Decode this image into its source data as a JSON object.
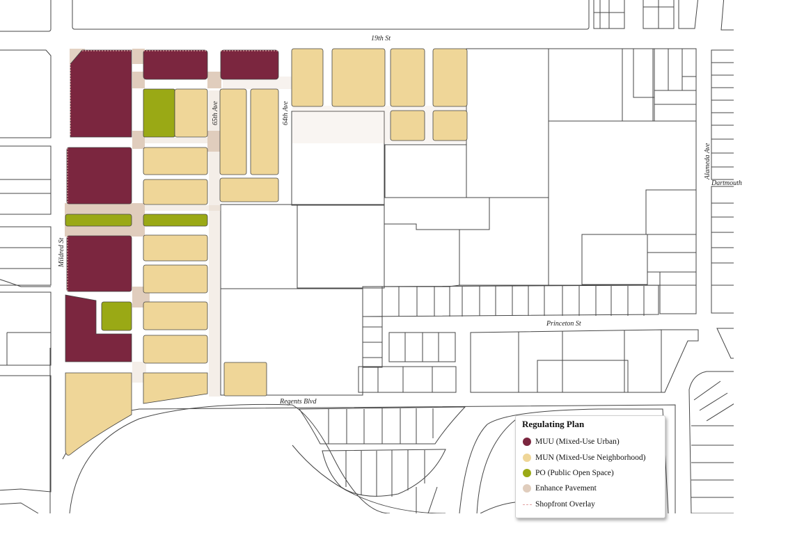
{
  "colors": {
    "muu": "#7b263f",
    "mun": "#efd698",
    "po": "#9aa915",
    "pavement": "#e0cdbd",
    "shopfront": "#e3a2a2",
    "outline": "#444444"
  },
  "streets": {
    "st19": "19th St",
    "ave64": "64th Ave",
    "ave65": "65th Ave",
    "mildred": "Mildred St",
    "alameda": "Alameda Ave",
    "dartmouth": "Dartmouth",
    "princeton": "Princeton St",
    "regents": "Regents Blvd"
  },
  "legend": {
    "title": "Regulating Plan",
    "items": [
      {
        "label": "MUU (Mixed-Use Urban)",
        "swatch": "muu"
      },
      {
        "label": "MUN (Mixed-Use Neighborhood)",
        "swatch": "mun"
      },
      {
        "label": "PO (Public Open Space)",
        "swatch": "po"
      },
      {
        "label": "Enhance Pavement",
        "swatch": "pavement"
      },
      {
        "label": "Shopfront Overlay",
        "swatch": "shopfront"
      }
    ]
  }
}
